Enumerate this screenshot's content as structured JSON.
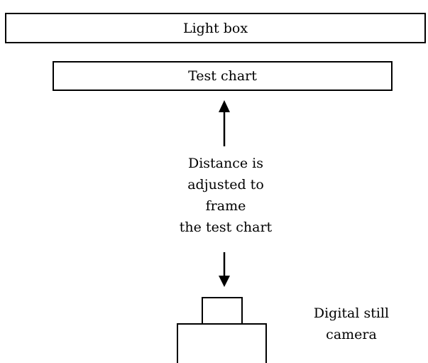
{
  "light_box": {
    "label": "Light box"
  },
  "test_chart": {
    "label": "Test chart"
  },
  "distance_label": {
    "lines": [
      "Distance is",
      "adjusted to",
      "frame",
      "the test chart"
    ]
  },
  "camera_label": {
    "lines": [
      "Digital still",
      "camera"
    ]
  }
}
